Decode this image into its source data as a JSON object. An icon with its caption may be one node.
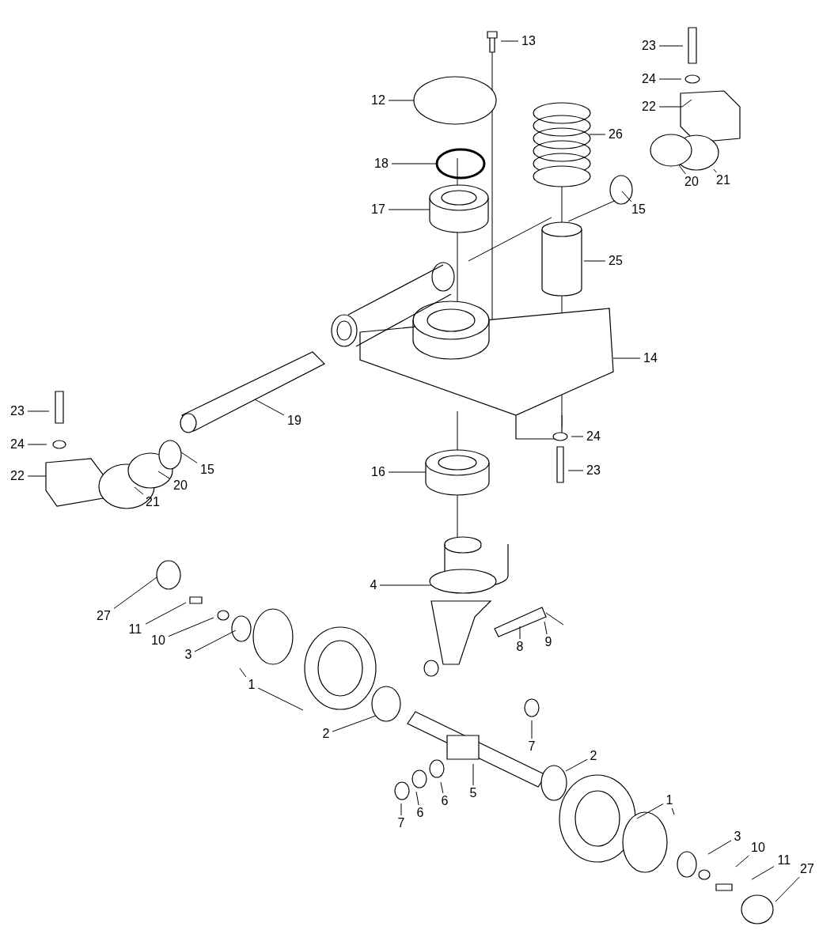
{
  "diagram": {
    "nodes": [
      {
        "text": [
          "13"
        ]
      },
      {
        "text": [
          "23"
        ]
      },
      {
        "text": [
          "24"
        ]
      },
      {
        "text": [
          "12"
        ]
      },
      {
        "text": [
          "22"
        ]
      },
      {
        "text": [
          "26"
        ]
      },
      {
        "text": [
          "18"
        ]
      },
      {
        "text": [
          "20"
        ]
      },
      {
        "text": [
          "21"
        ]
      },
      {
        "text": [
          "17"
        ]
      },
      {
        "text": [
          "15"
        ]
      },
      {
        "text": [
          "25"
        ]
      },
      {
        "text": [
          "14"
        ]
      },
      {
        "text": [
          "23"
        ]
      },
      {
        "text": [
          "19"
        ]
      },
      {
        "text": [
          "24"
        ]
      },
      {
        "text": [
          "15"
        ]
      },
      {
        "text": [
          "24"
        ]
      },
      {
        "text": [
          "20"
        ]
      },
      {
        "text": [
          "23"
        ]
      },
      {
        "text": [
          "16"
        ]
      },
      {
        "text": [
          "22"
        ]
      },
      {
        "text": [
          "21"
        ]
      },
      {
        "text": [
          "4"
        ]
      },
      {
        "text": [
          "27"
        ]
      },
      {
        "text": [
          "11"
        ]
      },
      {
        "text": [
          "10"
        ]
      },
      {
        "text": [
          "9"
        ]
      },
      {
        "text": [
          "8"
        ]
      },
      {
        "text": [
          "3"
        ]
      },
      {
        "text": [
          "1"
        ]
      },
      {
        "text": [
          "7"
        ]
      },
      {
        "text": [
          "2"
        ]
      },
      {
        "text": [
          "2"
        ]
      },
      {
        "text": [
          "5"
        ]
      },
      {
        "text": [
          "6"
        ]
      },
      {
        "text": [
          "1"
        ]
      },
      {
        "text": [
          "6"
        ]
      },
      {
        "text": [
          "7"
        ]
      },
      {
        "text": [
          "3"
        ]
      },
      {
        "text": [
          "10"
        ]
      },
      {
        "text": [
          "11"
        ]
      },
      {
        "text": [
          "27"
        ]
      }
    ],
    "edges": [
      {
        "from": 0,
        "to": null,
        "arrow": "none"
      },
      {
        "from": 1,
        "to": null,
        "arrow": "none"
      },
      {
        "from": 2,
        "to": null,
        "arrow": "none"
      },
      {
        "from": 3,
        "to": null,
        "arrow": "none"
      },
      {
        "from": 4,
        "to": null,
        "arrow": "none"
      },
      {
        "from": 5,
        "to": null,
        "arrow": "none"
      },
      {
        "from": 6,
        "to": null,
        "arrow": "none"
      },
      {
        "from": 7,
        "to": null,
        "arrow": "none"
      },
      {
        "from": 8,
        "to": null,
        "arrow": "none"
      },
      {
        "from": 9,
        "to": null,
        "arrow": "none"
      },
      {
        "from": 10,
        "to": null,
        "arrow": "none"
      },
      {
        "from": 11,
        "to": null,
        "arrow": "none"
      },
      {
        "from": 12,
        "to": null,
        "arrow": "none"
      },
      {
        "from": 13,
        "to": null,
        "arrow": "none"
      },
      {
        "from": 14,
        "to": null,
        "arrow": "none"
      },
      {
        "from": 15,
        "to": null,
        "arrow": "none"
      },
      {
        "from": 16,
        "to": null,
        "arrow": "none"
      },
      {
        "from": 17,
        "to": null,
        "arrow": "none"
      },
      {
        "from": 18,
        "to": null,
        "arrow": "none"
      },
      {
        "from": 19,
        "to": null,
        "arrow": "none"
      },
      {
        "from": 20,
        "to": null,
        "arrow": "none"
      },
      {
        "from": 21,
        "to": null,
        "arrow": "none"
      },
      {
        "from": 22,
        "to": null,
        "arrow": "none"
      },
      {
        "from": 23,
        "to": null,
        "arrow": "none"
      },
      {
        "from": 24,
        "to": null,
        "arrow": "none"
      },
      {
        "from": 25,
        "to": null,
        "arrow": "none"
      },
      {
        "from": 26,
        "to": null,
        "arrow": "none"
      },
      {
        "from": 27,
        "to": null,
        "arrow": "none"
      },
      {
        "from": 28,
        "to": null,
        "arrow": "none"
      },
      {
        "from": 29,
        "to": null,
        "arrow": "none"
      },
      {
        "from": 30,
        "to": null,
        "arrow": "none"
      },
      {
        "from": 30,
        "to": null,
        "arrow": "none"
      },
      {
        "from": 31,
        "to": null,
        "arrow": "none"
      },
      {
        "from": 32,
        "to": null,
        "arrow": "none"
      },
      {
        "from": 33,
        "to": null,
        "arrow": "none"
      },
      {
        "from": 34,
        "to": null,
        "arrow": "none"
      },
      {
        "from": 35,
        "to": null,
        "arrow": "none"
      },
      {
        "from": 36,
        "to": null,
        "arrow": "none"
      },
      {
        "from": 36,
        "to": null,
        "arrow": "none"
      },
      {
        "from": 37,
        "to": null,
        "arrow": "none"
      },
      {
        "from": 38,
        "to": null,
        "arrow": "none"
      },
      {
        "from": 39,
        "to": null,
        "arrow": "none"
      },
      {
        "from": 40,
        "to": null,
        "arrow": "none"
      },
      {
        "from": 41,
        "to": null,
        "arrow": "none"
      },
      {
        "from": 42,
        "to": null,
        "arrow": "none"
      }
    ]
  }
}
